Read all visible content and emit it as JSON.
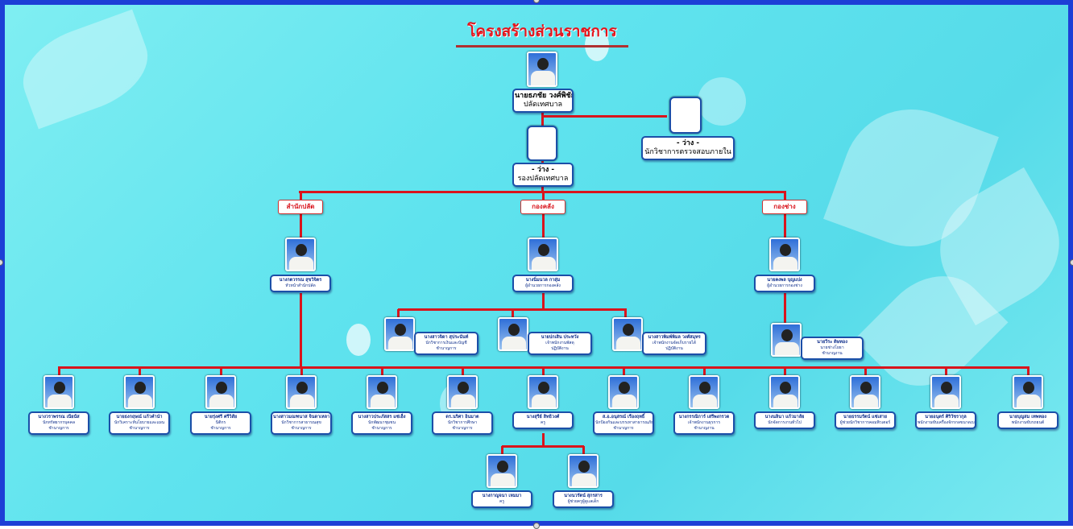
{
  "title": "โครงสร้างส่วนราชการ",
  "colors": {
    "line": "#d9141c",
    "border": "#1d3fd6",
    "label_border": "#1b4fa8"
  },
  "top": {
    "name": "นายธภชัย วงศ์พิชัย",
    "position": "ปลัดเทศบาล"
  },
  "auditor": {
    "name": "- ว่าง -",
    "position": "นักวิชาการตรวจสอบภายใน"
  },
  "deputy": {
    "name": "- ว่าง -",
    "position": "รองปลัดเทศบาล"
  },
  "departments": [
    {
      "label": "สำนักปลัด",
      "head": {
        "name": "นางกตวรรณ สุขวิจิตร",
        "position": "หัวหน้าสำนักปลัด"
      }
    },
    {
      "label": "กองคลัง",
      "head": {
        "name": "นางนิ่มนวล กาสุ่ม",
        "position": "ผู้อำนวยการกองคลัง"
      }
    },
    {
      "label": "กองช่าง",
      "head": {
        "name": "นายคงพล บุญแปง",
        "position": "ผู้อำนวยการกองช่าง"
      }
    }
  ],
  "finance_staff": [
    {
      "name": "นางสาวจิดา สุประนันท์",
      "position": "นักวิชาการเงินและบัญชี",
      "level": "ชำนาญการ"
    },
    {
      "name": "นายปกเสิน ประทวัง",
      "position": "เจ้าพนักงานพัสดุ",
      "level": "ปฏิบัติงาน"
    },
    {
      "name": "นางสาวพิมพ์พิมล วงศ์สมุทร",
      "position": "เจ้าพนักงานจัดเก็บรายได้",
      "level": "ปฏิบัติงาน"
    }
  ],
  "engineering_staff": [
    {
      "name": "นายวีระ ดิษทอง",
      "position": "นายช่างโยธา",
      "level": "ชำนาญงาน"
    }
  ],
  "office_staff": [
    {
      "name": "นางวราพรรณ เนียนัส",
      "position": "นักทรัพยากรบุคคล",
      "level": "ชำนาญการ"
    },
    {
      "name": "นายธงกฤษณ์ แก้วคำนำ",
      "position": "นักวิเคราะห์นโยบายและแผน",
      "level": "ชำนาญการ"
    },
    {
      "name": "นายรุ่งศรี ศรีวิสัย",
      "position": "นิติกร",
      "level": "ชำนาญการ"
    },
    {
      "name": "นางสาวมณฑนาส จินดาเหลา",
      "position": "นักวิชาการสาธารณสุข",
      "level": "ชำนาญการ"
    },
    {
      "name": "นางสาวประภัสสร แซ่เฮ็ง",
      "position": "นักพัฒนาชุมชน",
      "level": "ชำนาญการ"
    },
    {
      "name": "ดร.นริศา อินมาต",
      "position": "นักวิชาการศึกษา",
      "level": "ชำนาญการ"
    },
    {
      "name": "นางสุรีย์ สิทธิวงศ์",
      "position": "ครู",
      "level": ""
    },
    {
      "name": "ส.อ.อนุสรณ์ เรืองฤทธิ์",
      "position": "นักป้องกันและบรรเทาสาธารณภัย",
      "level": "ชำนาญการ"
    },
    {
      "name": "นางกรรณิการ์ เสรีพงกรวด",
      "position": "เจ้าพนักงานธุรการ",
      "level": "ชำนาญงาน"
    },
    {
      "name": "นางนลินา แก้วมาลัย",
      "position": "นักจัดการงานทั่วไป",
      "level": ""
    },
    {
      "name": "นายธรรมรัตน์ แซ่เสาย",
      "position": "ผู้ช่วยนักวิชาการคอมพิวเตอร์",
      "level": ""
    },
    {
      "name": "นายอนุตร์ ศิริวัชรากุล",
      "position": "พนักงานขับเครื่องจักรกลขนาดเบา",
      "level": ""
    },
    {
      "name": "นายบุญสม เทพทอง",
      "position": "พนักงานขับรถยนต์",
      "level": ""
    }
  ],
  "teacher_staff": [
    {
      "name": "นางกาญจนา เหมมา",
      "position": "ครู",
      "level": ""
    },
    {
      "name": "นางนวรัตน์ สุกรสาร",
      "position": "ผู้ช่วยครูผู้ดูแลเด็ก",
      "level": ""
    }
  ]
}
